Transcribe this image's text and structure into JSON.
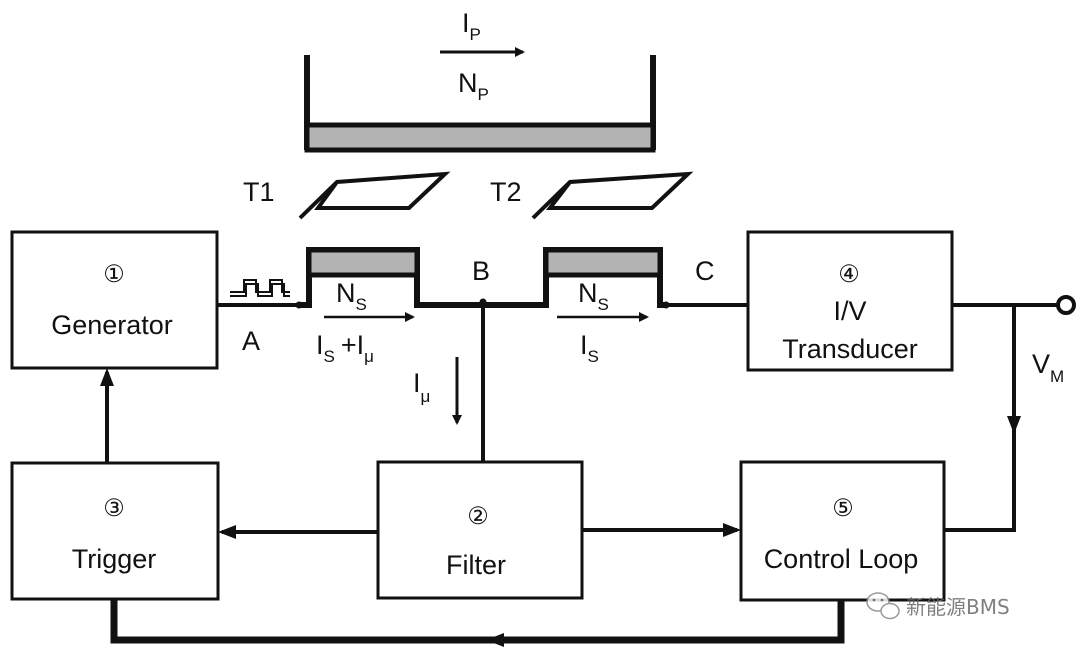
{
  "blocks": {
    "generator": {
      "num": "①",
      "label": "Generator"
    },
    "filter": {
      "num": "②",
      "label": "Filter"
    },
    "trigger": {
      "num": "③",
      "label": "Trigger"
    },
    "transducer": {
      "num": "④",
      "label1": "I/V",
      "label2": "Transducer"
    },
    "control_loop": {
      "num": "⑤",
      "label": "Control Loop"
    }
  },
  "nodes": {
    "a": "A",
    "b": "B",
    "c": "C"
  },
  "cores": {
    "t1": "T1",
    "t2": "T2"
  },
  "primary": {
    "current": "I",
    "current_sub": "P",
    "turns": "N",
    "turns_sub": "P"
  },
  "secondary1": {
    "turns": "N",
    "turns_sub": "S",
    "current": "I",
    "current_sub": "S",
    "plus": "+I",
    "plus_sub": "μ"
  },
  "secondary2": {
    "turns": "N",
    "turns_sub": "S",
    "current": "I",
    "current_sub": "S"
  },
  "mag_current": {
    "label": "I",
    "sub": "μ"
  },
  "output": {
    "label": "V",
    "sub": "M"
  },
  "watermark": {
    "text": "新能源BMS"
  },
  "colors": {
    "core_fill": "#b3b3b3",
    "line": "#111111",
    "background": "#ffffff"
  }
}
